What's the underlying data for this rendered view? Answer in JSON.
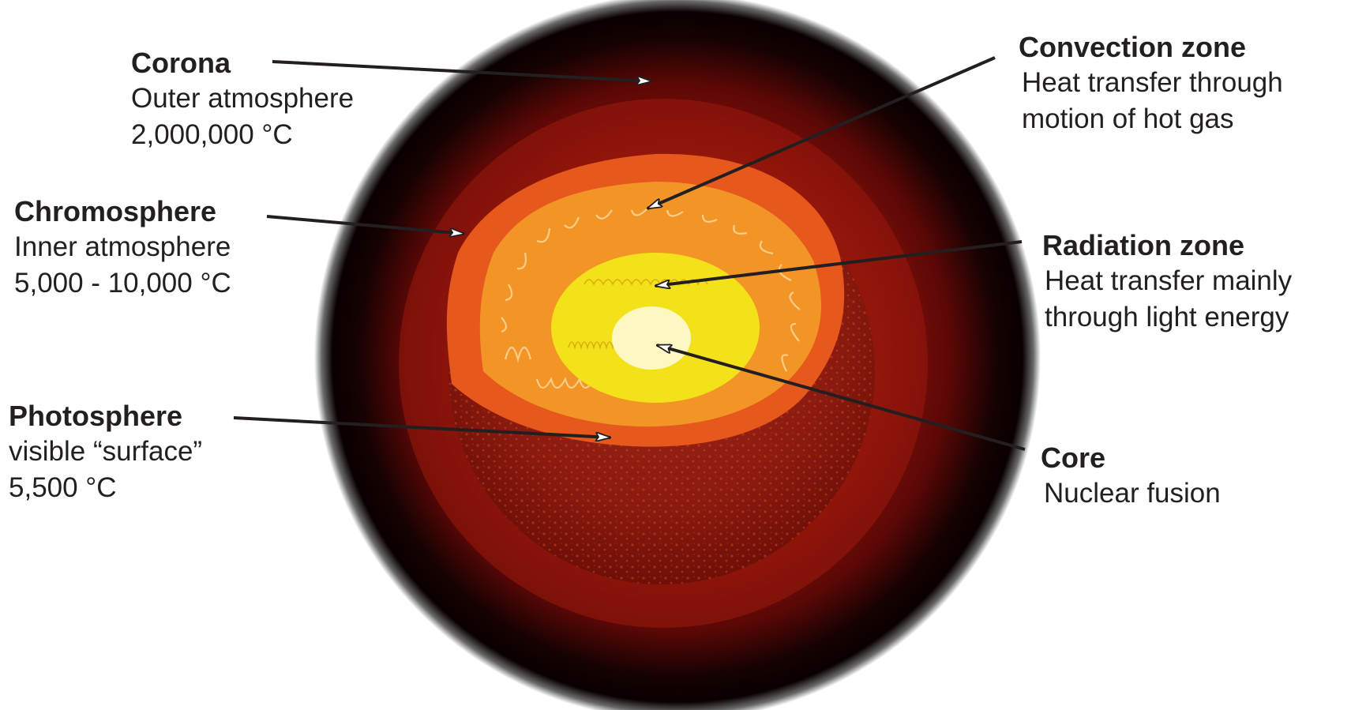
{
  "diagram": {
    "colors": {
      "corona_dark": "#0a0000",
      "corona_red": "#7a0a0a",
      "photosphere": "#8f1b10",
      "chromosphere_shell": "#e6581c",
      "convection_zone": "#f39426",
      "radiation_zone": "#f3e11a",
      "core": "#fdf7c2",
      "arrow": "#231f20"
    },
    "labels": {
      "corona": {
        "title": "Corona",
        "line1": "Outer atmosphere",
        "line2": "2,000,000 °C"
      },
      "chromosphere": {
        "title": "Chromosphere",
        "line1": "Inner atmosphere",
        "line2": "5,000 - 10,000 °C"
      },
      "photosphere": {
        "title": "Photosphere",
        "line1": "visible “surface”",
        "line2": "5,500 °C"
      },
      "convection_zone": {
        "title": "Convection zone",
        "line1": "Heat transfer through",
        "line2": "motion of hot gas"
      },
      "radiation_zone": {
        "title": "Radiation zone",
        "line1": "Heat transfer mainly",
        "line2": "through light energy"
      },
      "core": {
        "title": "Core",
        "line1": "Nuclear fusion"
      }
    }
  }
}
